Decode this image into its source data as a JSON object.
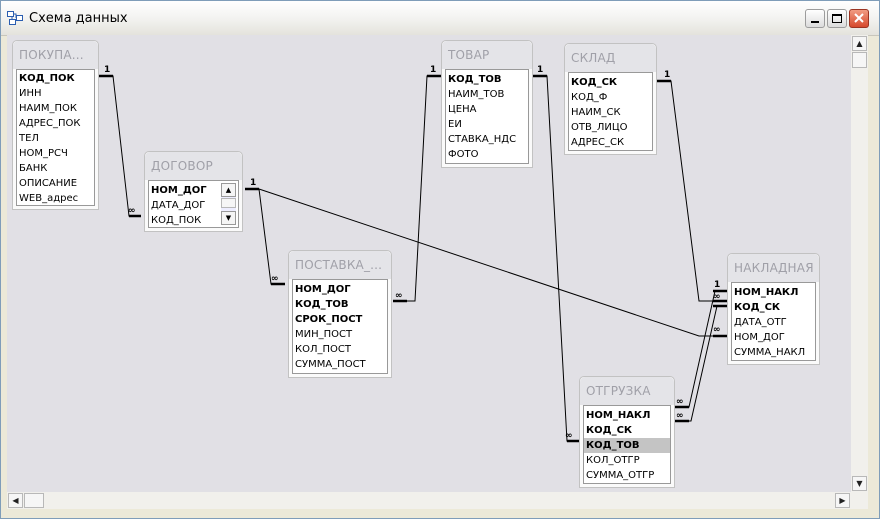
{
  "window": {
    "title": "Схема данных",
    "icon": "relationships-icon",
    "buttons": [
      "minimize-icon",
      "maximize-icon",
      "close-icon"
    ]
  },
  "tables": [
    {
      "id": "pokupatel",
      "title": "ПОКУПА...",
      "fields": [
        {
          "name": "КОД_ПОК",
          "pk": true
        },
        {
          "name": "ИНН"
        },
        {
          "name": "НАИМ_ПОК"
        },
        {
          "name": "АДРЕС_ПОК"
        },
        {
          "name": "ТЕЛ"
        },
        {
          "name": "НОМ_РСЧ"
        },
        {
          "name": "БАНК"
        },
        {
          "name": "ОПИСАНИЕ"
        },
        {
          "name": "WEB_адрес"
        }
      ]
    },
    {
      "id": "dogovor",
      "title": "ДОГОВОР",
      "fields": [
        {
          "name": "НОМ_ДОГ",
          "pk": true
        },
        {
          "name": "ДАТА_ДОГ"
        },
        {
          "name": "КОД_ПОК"
        }
      ]
    },
    {
      "id": "postavka",
      "title": "ПОСТАВКА_...",
      "fields": [
        {
          "name": "НОМ_ДОГ",
          "pk": true
        },
        {
          "name": "КОД_ТОВ",
          "pk": true
        },
        {
          "name": "СРОК_ПОСТ",
          "pk": true
        },
        {
          "name": "МИН_ПОСТ"
        },
        {
          "name": "КОЛ_ПОСТ"
        },
        {
          "name": "СУММА_ПОСТ"
        }
      ]
    },
    {
      "id": "tovar",
      "title": "ТОВАР",
      "fields": [
        {
          "name": "КОД_ТОВ",
          "pk": true
        },
        {
          "name": "НАИМ_ТОВ"
        },
        {
          "name": "ЦЕНА"
        },
        {
          "name": "ЕИ"
        },
        {
          "name": "СТАВКА_НДС"
        },
        {
          "name": "ФОТО"
        }
      ]
    },
    {
      "id": "sklad",
      "title": "СКЛАД",
      "fields": [
        {
          "name": "КОД_СК",
          "pk": true
        },
        {
          "name": "КОД_Ф"
        },
        {
          "name": "НАИМ_СК"
        },
        {
          "name": "ОТВ_ЛИЦО"
        },
        {
          "name": "АДРЕС_СК"
        }
      ]
    },
    {
      "id": "nakladnaya",
      "title": "НАКЛАДНАЯ",
      "fields": [
        {
          "name": "НОМ_НАКЛ",
          "pk": true
        },
        {
          "name": "КОД_СК",
          "pk": true
        },
        {
          "name": "ДАТА_ОТГ"
        },
        {
          "name": "НОМ_ДОГ"
        },
        {
          "name": "СУММА_НАКЛ"
        }
      ]
    },
    {
      "id": "otgruzka",
      "title": "ОТГРУЗКА",
      "fields": [
        {
          "name": "НОМ_НАКЛ",
          "pk": true
        },
        {
          "name": "КОД_СК",
          "pk": true
        },
        {
          "name": "КОД_ТОВ",
          "pk": true,
          "selected": true
        },
        {
          "name": "КОЛ_ОТГР"
        },
        {
          "name": "СУММА_ОТГР"
        }
      ]
    }
  ],
  "relationships": [
    {
      "from": "ПОКУПАТЕЛЬ.КОД_ПОК",
      "to": "ДОГОВОР.КОД_ПОК",
      "one": "1",
      "many": "∞"
    },
    {
      "from": "ДОГОВОР.НОМ_ДОГ",
      "to": "ПОСТАВКА.НОМ_ДОГ",
      "one": "1",
      "many": "∞"
    },
    {
      "from": "ТОВАР.КОД_ТОВ",
      "to": "ПОСТАВКА.КОД_ТОВ",
      "one": "1",
      "many": "∞"
    },
    {
      "from": "ДОГОВОР.НОМ_ДОГ",
      "to": "НАКЛАДНАЯ.НОМ_ДОГ",
      "one": "1",
      "many": "∞"
    },
    {
      "from": "ТОВАР.КОД_ТОВ",
      "to": "ОТГРУЗКА.КОД_ТОВ",
      "one": "1",
      "many": "∞"
    },
    {
      "from": "СКЛАД.КОД_СК",
      "to": "НАКЛАДНАЯ.КОД_СК",
      "one": "1",
      "many": "∞"
    },
    {
      "from": "НАКЛАДНАЯ.НОМ_НАКЛ",
      "to": "ОТГРУЗКА.НОМ_НАКЛ",
      "one": "1",
      "many": "∞"
    },
    {
      "from": "НАКЛАДНАЯ.КОД_СК",
      "to": "ОТГРУЗКА.КОД_СК",
      "one": "1",
      "many": "∞"
    }
  ]
}
